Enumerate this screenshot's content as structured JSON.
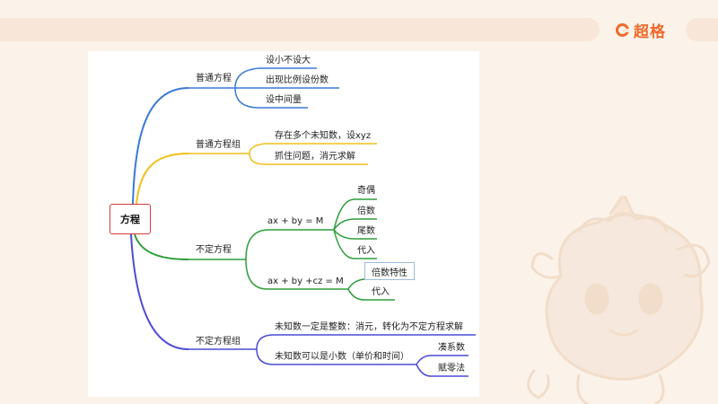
{
  "brand": {
    "name": "超格",
    "accent": "#ef6a2a"
  },
  "mindmap": {
    "root": "方程",
    "colors": {
      "blue": "#3b79d8",
      "yellow": "#f2c01c",
      "green": "#2e9d3a",
      "purple": "#4b4bd6",
      "root_border": "#d23a3a"
    },
    "branches": [
      {
        "label": "普通方程",
        "children": [
          "设小不设大",
          "出现比例设份数",
          "设中间量"
        ]
      },
      {
        "label": "普通方程组",
        "children": [
          "存在多个未知数，设xyz",
          "抓住问题，消元求解"
        ]
      },
      {
        "label": "不定方程",
        "children": [
          {
            "label": "ax + by = M",
            "children": [
              "奇偶",
              "倍数",
              "尾数",
              "代入"
            ]
          },
          {
            "label": "ax + by +cz = M",
            "children": [
              "倍数特性",
              "代入"
            ]
          }
        ]
      },
      {
        "label": "不定方程组",
        "children": [
          {
            "label": "未知数一定是整数：消元，转化为不定方程求解"
          },
          {
            "label": "未知数可以是小数（单价和时间）",
            "children": [
              "凑系数",
              "赋零法"
            ]
          }
        ]
      }
    ]
  }
}
